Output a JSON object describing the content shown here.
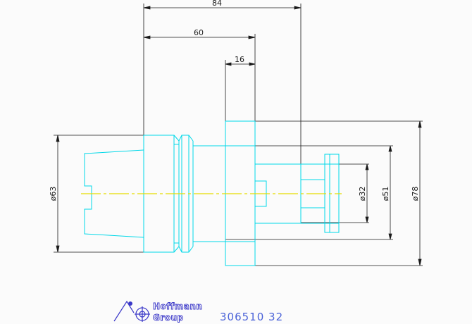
{
  "dimensions": {
    "top_84": "84",
    "top_60": "60",
    "top_16": "16",
    "dia_63": "ø63",
    "dia_32": "ø32",
    "dia_51": "ø51",
    "dia_78": "ø78"
  },
  "logo": {
    "line1": "Hoffmann",
    "line2": "Group"
  },
  "part_number": "306510  32",
  "colors": {
    "geometry": "#00d8e8",
    "dimension": "#1a1a1a",
    "centerline": "#e6dc00",
    "logo": "#3a37c8",
    "part_number": "#4b63d8"
  }
}
